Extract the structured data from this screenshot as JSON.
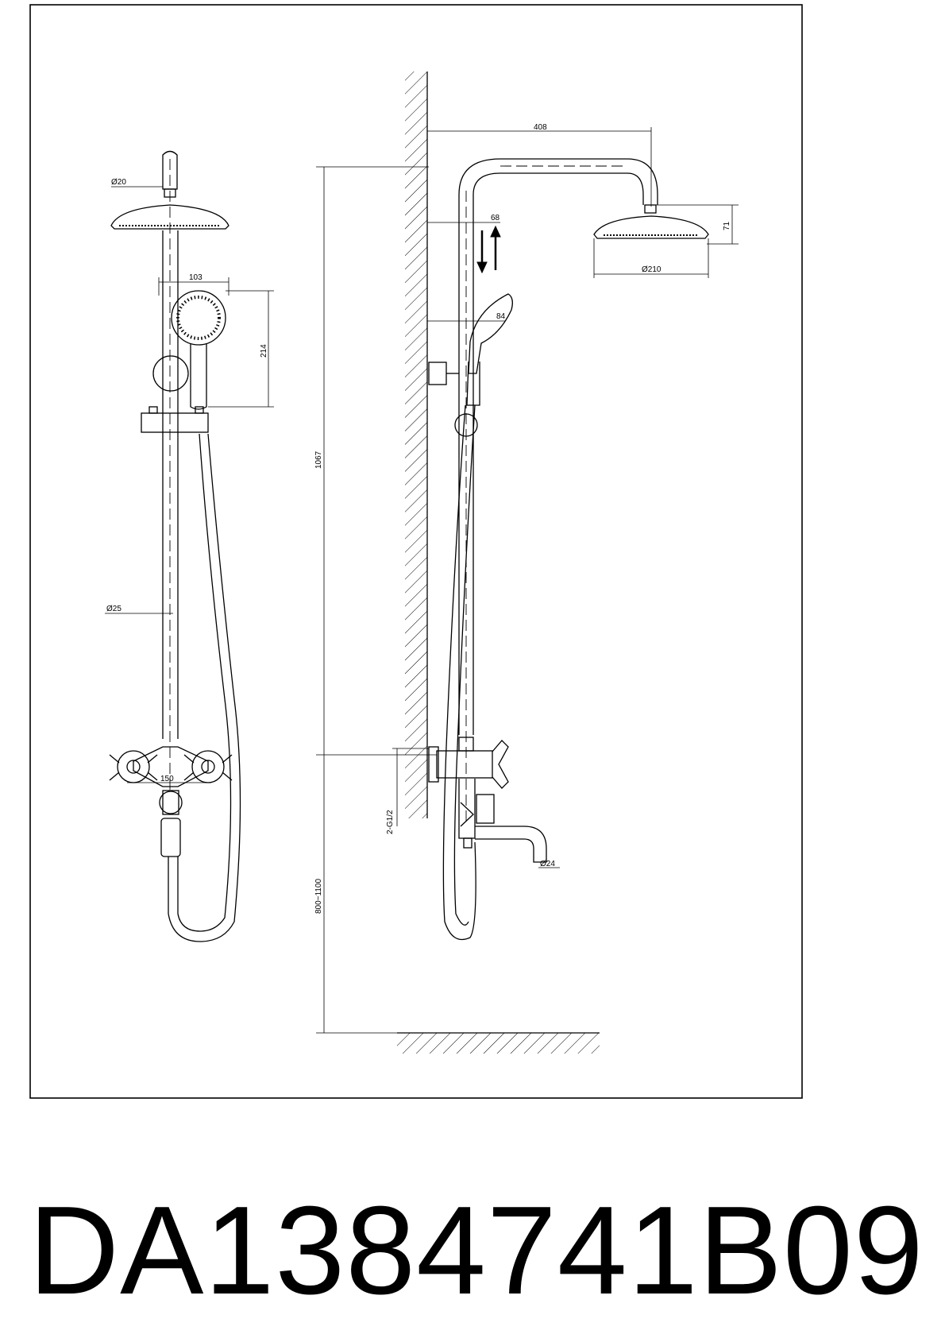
{
  "model_code": "DA1384741B09",
  "front_view": {
    "top_fitting_diameter": "Ø20",
    "hand_shower_width": "103",
    "hand_shower_length": "214",
    "pipe_diameter": "Ø25",
    "mixer_center_spacing": "150"
  },
  "side_view": {
    "arm_reach": "408",
    "wall_offset": "68",
    "head_height": "71",
    "head_diameter": "Ø210",
    "hand_shower_offset": "84",
    "total_height": "1067",
    "inlet_thread": "2-G1/2",
    "spout_diameter": "Ø24",
    "mount_height": "800~1100"
  }
}
